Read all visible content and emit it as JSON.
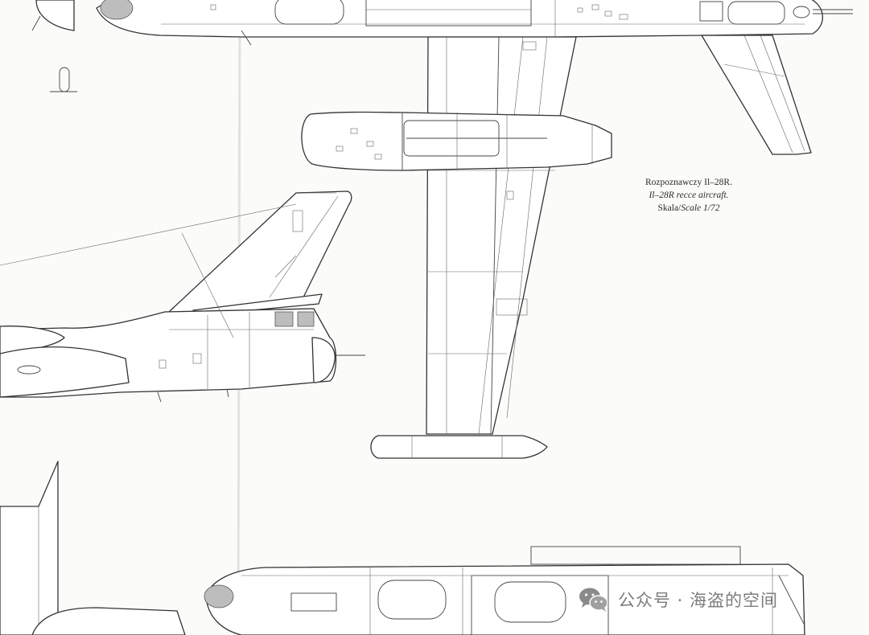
{
  "caption": {
    "line1": "Rozpoznawczy Il–28R.",
    "line2": "Il–28R recce aircraft.",
    "line3_prefix": "Skala/",
    "line3_scale": "Scale 1/72"
  },
  "watermark": {
    "icon": "wechat-icon",
    "text": "公众号 · 海盗的空间"
  },
  "colors": {
    "paper": "#fbfbf9",
    "line": "#333333",
    "shade": "#bdbdbd"
  }
}
